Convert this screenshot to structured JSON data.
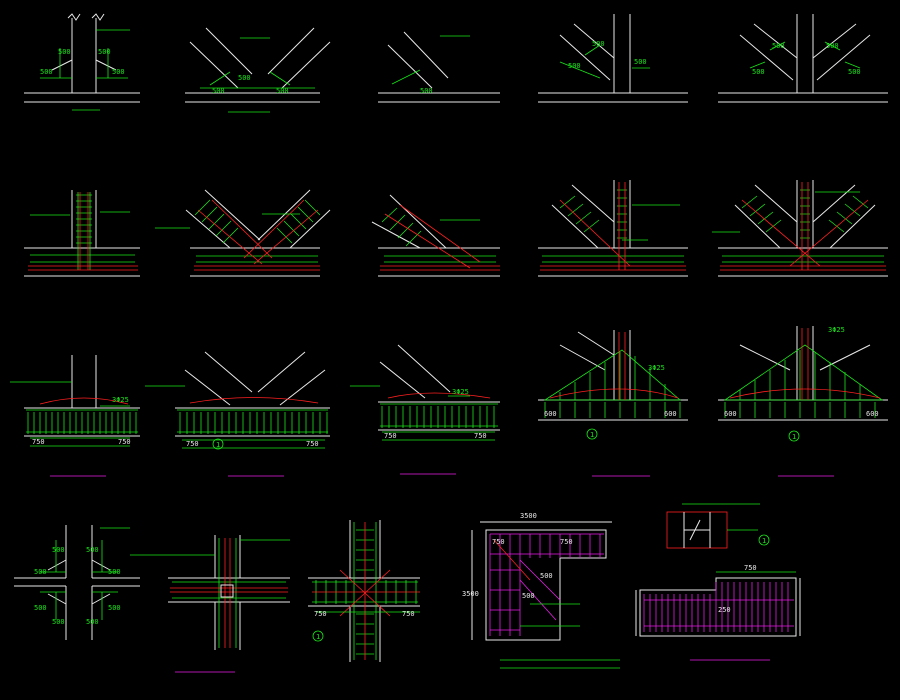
{
  "colors": {
    "background": "#000000",
    "outline": "#e8e8e8",
    "rebar": "#19e619",
    "main_bar": "#ff2020",
    "title_line": "#e81ee8"
  },
  "dims": {
    "d500": "500",
    "d750": "750",
    "d600": "600",
    "d250": "250",
    "d3500": "3500",
    "d3d25": "3Φ25"
  },
  "markers": {
    "one": "1"
  }
}
